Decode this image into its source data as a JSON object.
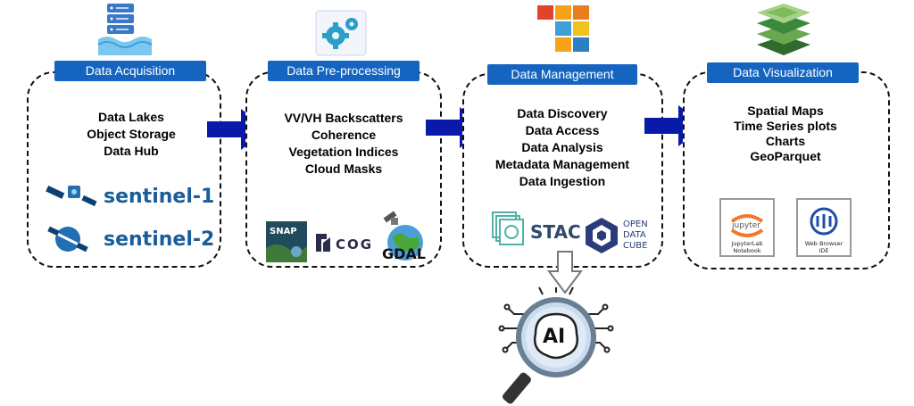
{
  "stages": [
    {
      "title": "Data Acquisition",
      "items": [
        "Data Lakes",
        "Object Storage",
        "Data Hub"
      ]
    },
    {
      "title": "Data Pre-processing",
      "items": [
        "VV/VH Backscatters",
        "Coherence",
        "Vegetation Indices",
        "Cloud Masks"
      ]
    },
    {
      "title": "Data Management",
      "items": [
        "Data Discovery",
        "Data Access",
        "Data Analysis",
        "Metadata Management",
        "Data Ingestion"
      ]
    },
    {
      "title": "Data Visualization",
      "items": [
        "Spatial Maps",
        "Time Series plots",
        "Charts",
        "GeoParquet"
      ]
    }
  ],
  "logos": {
    "sentinel1": "sentinel-1",
    "sentinel2": "sentinel-2",
    "snap": "SNAP",
    "cog": "COG",
    "gdal": "GDAL",
    "stac": "STAC",
    "odc_line1": "OPEN",
    "odc_line2": "DATA",
    "odc_line3": "CUBE",
    "jupyter": "jupyter",
    "jupyter_caption1": "JupyterLab",
    "jupyter_caption2": "Notebook",
    "ide_caption1": "Web Browser",
    "ide_caption2": "IDE",
    "ai": "AI"
  },
  "colors": {
    "accent": "#1565c0",
    "arrow": "#0a1aa8"
  }
}
